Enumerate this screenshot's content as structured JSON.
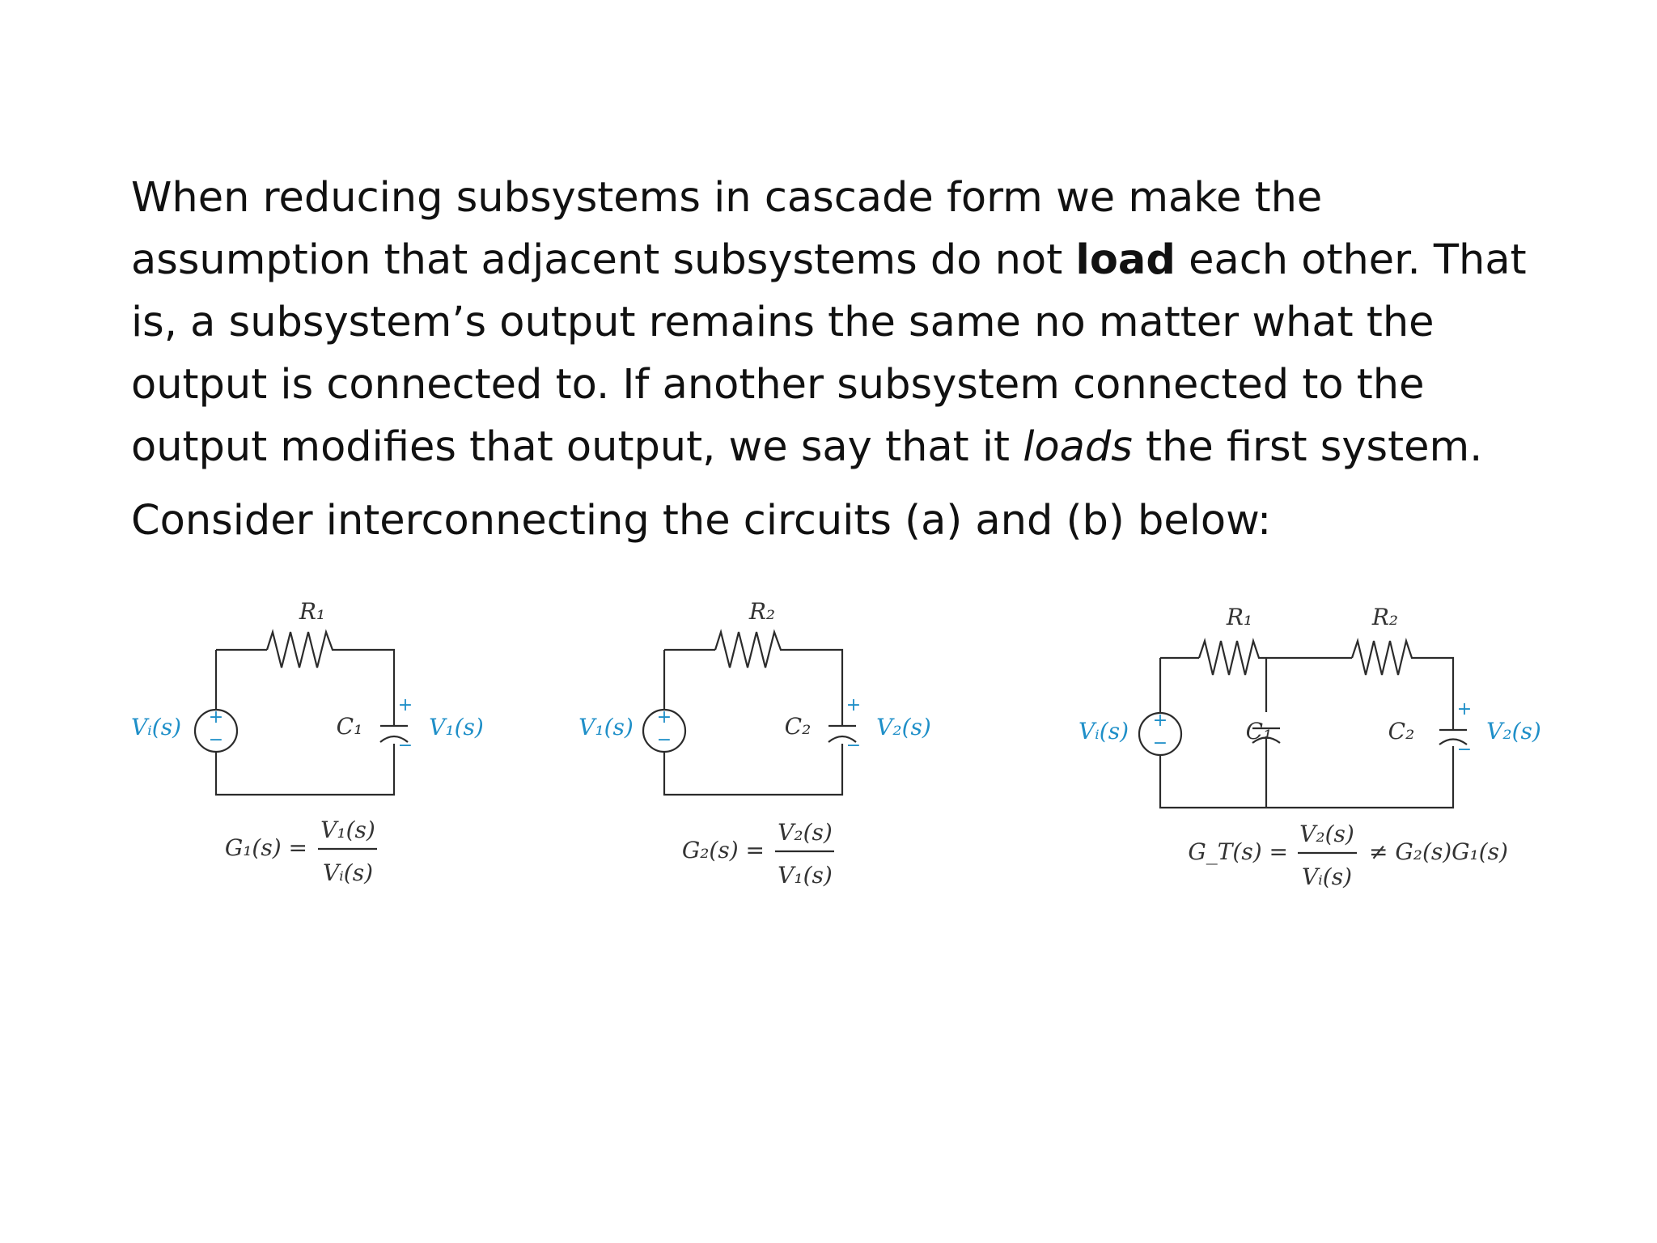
{
  "text": {
    "p1_a": "When reducing subsystems in cascade form we make the assumption that adjacent subsystems do not ",
    "p1_bold": "load",
    "p1_b": " each other. That is, a subsystem’s output remains the same no matter what the output is connected to. If another subsystem connected to the output modifies that output, we say that it ",
    "p1_italic": "loads",
    "p1_c": " the first system.",
    "p2": "Consider interconnecting the circuits (a) and (b) below:"
  },
  "circuit_a": {
    "r_label": "R₁",
    "c_label": "C₁",
    "input_label": "Vᵢ(s)",
    "output_label": "V₁(s)",
    "eq_lhs": "G₁(s) =",
    "eq_num": "V₁(s)",
    "eq_den": "Vᵢ(s)"
  },
  "circuit_b": {
    "r_label": "R₂",
    "c_label": "C₂",
    "input_label": "V₁(s)",
    "output_label": "V₂(s)",
    "eq_lhs": "G₂(s) =",
    "eq_num": "V₂(s)",
    "eq_den": "V₁(s)"
  },
  "circuit_c": {
    "r1_label": "R₁",
    "r2_label": "R₂",
    "c1_label": "C₁",
    "c2_label": "C₂",
    "input_label": "Vᵢ(s)",
    "output_label": "V₂(s)",
    "eq_lhs": "G_T(s) =",
    "eq_num": "V₂(s)",
    "eq_den": "Vᵢ(s)",
    "eq_rhs": "≠ G₂(s)G₁(s)"
  },
  "symbols": {
    "plus": "+",
    "minus": "−"
  },
  "colors": {
    "accent": "#1f8fc8",
    "text": "#111111",
    "wire": "#2b2b2b"
  }
}
